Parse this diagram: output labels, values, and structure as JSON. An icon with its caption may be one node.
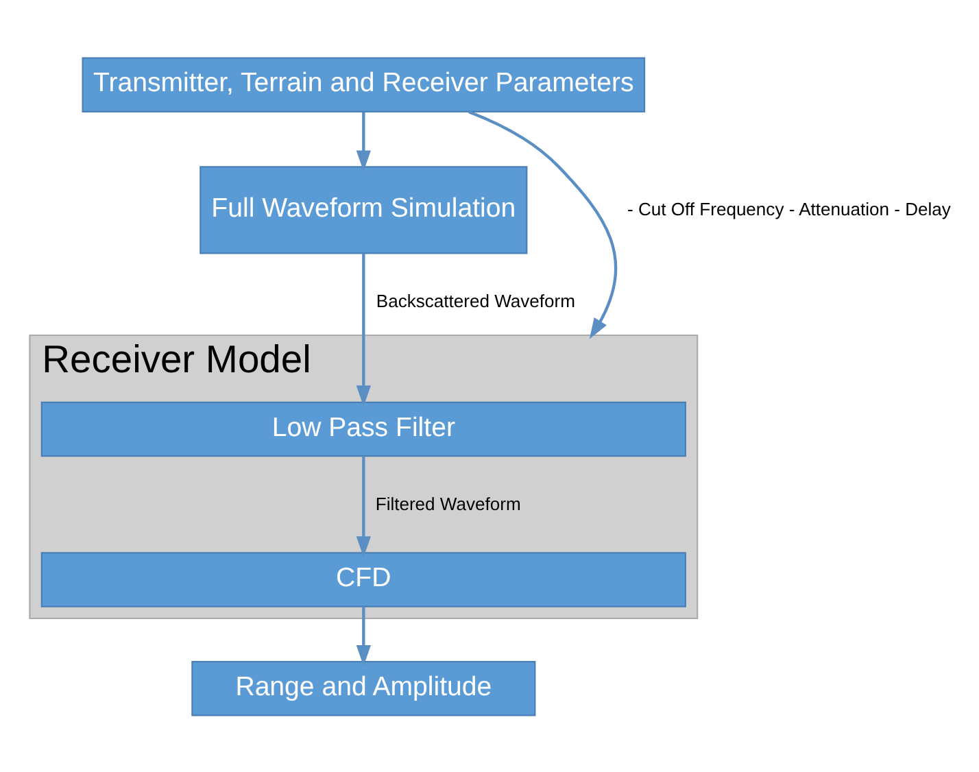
{
  "diagram": {
    "nodes": [
      {
        "text": [
          "Transmitter, Terrain and Receiver Parameters"
        ]
      },
      {
        "text": [
          "Full Waveform Simulation"
        ]
      },
      {
        "text": [
          "Receiver Model"
        ]
      },
      {
        "text": [
          "Low Pass Filter"
        ],
        "in": 2
      },
      {
        "text": [
          "CFD"
        ],
        "in": 2
      },
      {
        "text": [
          "Range and Amplitude"
        ]
      }
    ],
    "edges": [
      {
        "from": 0,
        "to": 1,
        "arrow": "to"
      },
      {
        "from": 1,
        "to": 3,
        "arrow": "to",
        "label": "Backscattered Waveform"
      },
      {
        "from": 3,
        "to": 4,
        "arrow": "to",
        "label": "Filtered Waveform"
      },
      {
        "from": 4,
        "to": 5,
        "arrow": "to"
      },
      {
        "from": 0,
        "to": 2,
        "arrow": "to",
        "label": "- Cut Off Frequency - Attenuation - Delay"
      }
    ]
  }
}
